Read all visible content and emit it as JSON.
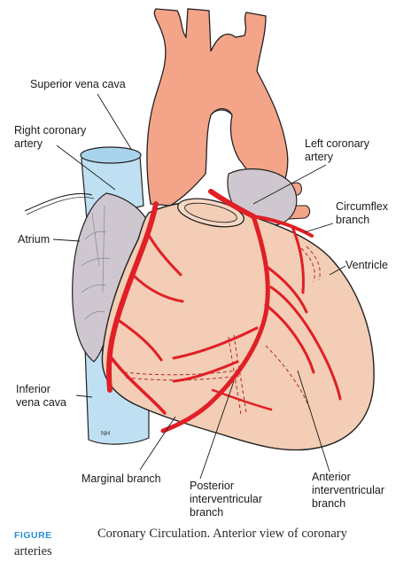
{
  "labels": {
    "superior_vena_cava": "Superior vena cava",
    "right_coronary_artery_1": "Right coronary",
    "right_coronary_artery_2": "artery",
    "left_coronary_artery_1": "Left coronary",
    "left_coronary_artery_2": "artery",
    "circumflex_1": "Circumflex",
    "circumflex_2": "branch",
    "atrium": "Atrium",
    "ventricle": "Ventricle",
    "inferior_vena_cava_1": "Inferior",
    "inferior_vena_cava_2": "vena cava",
    "marginal_branch": "Marginal branch",
    "posterior_1": "Posterior",
    "posterior_2": "interventricular",
    "posterior_3": "branch",
    "anterior_1": "Anterior",
    "anterior_2": "interventricular",
    "anterior_3": "branch"
  },
  "artist_initials": "NH",
  "caption": {
    "tag": "FIGURE",
    "text_line1": "Coronary Circulation. Anterior view of coronary",
    "text_line2": "arteries"
  },
  "colors": {
    "aorta": "#f4a488",
    "heart": "#f3cdb5",
    "atrium": "#cfc7d0",
    "vena_cava": "#bfe0f2",
    "artery": "#e01f26",
    "caption_tag": "#2a8fd6"
  }
}
